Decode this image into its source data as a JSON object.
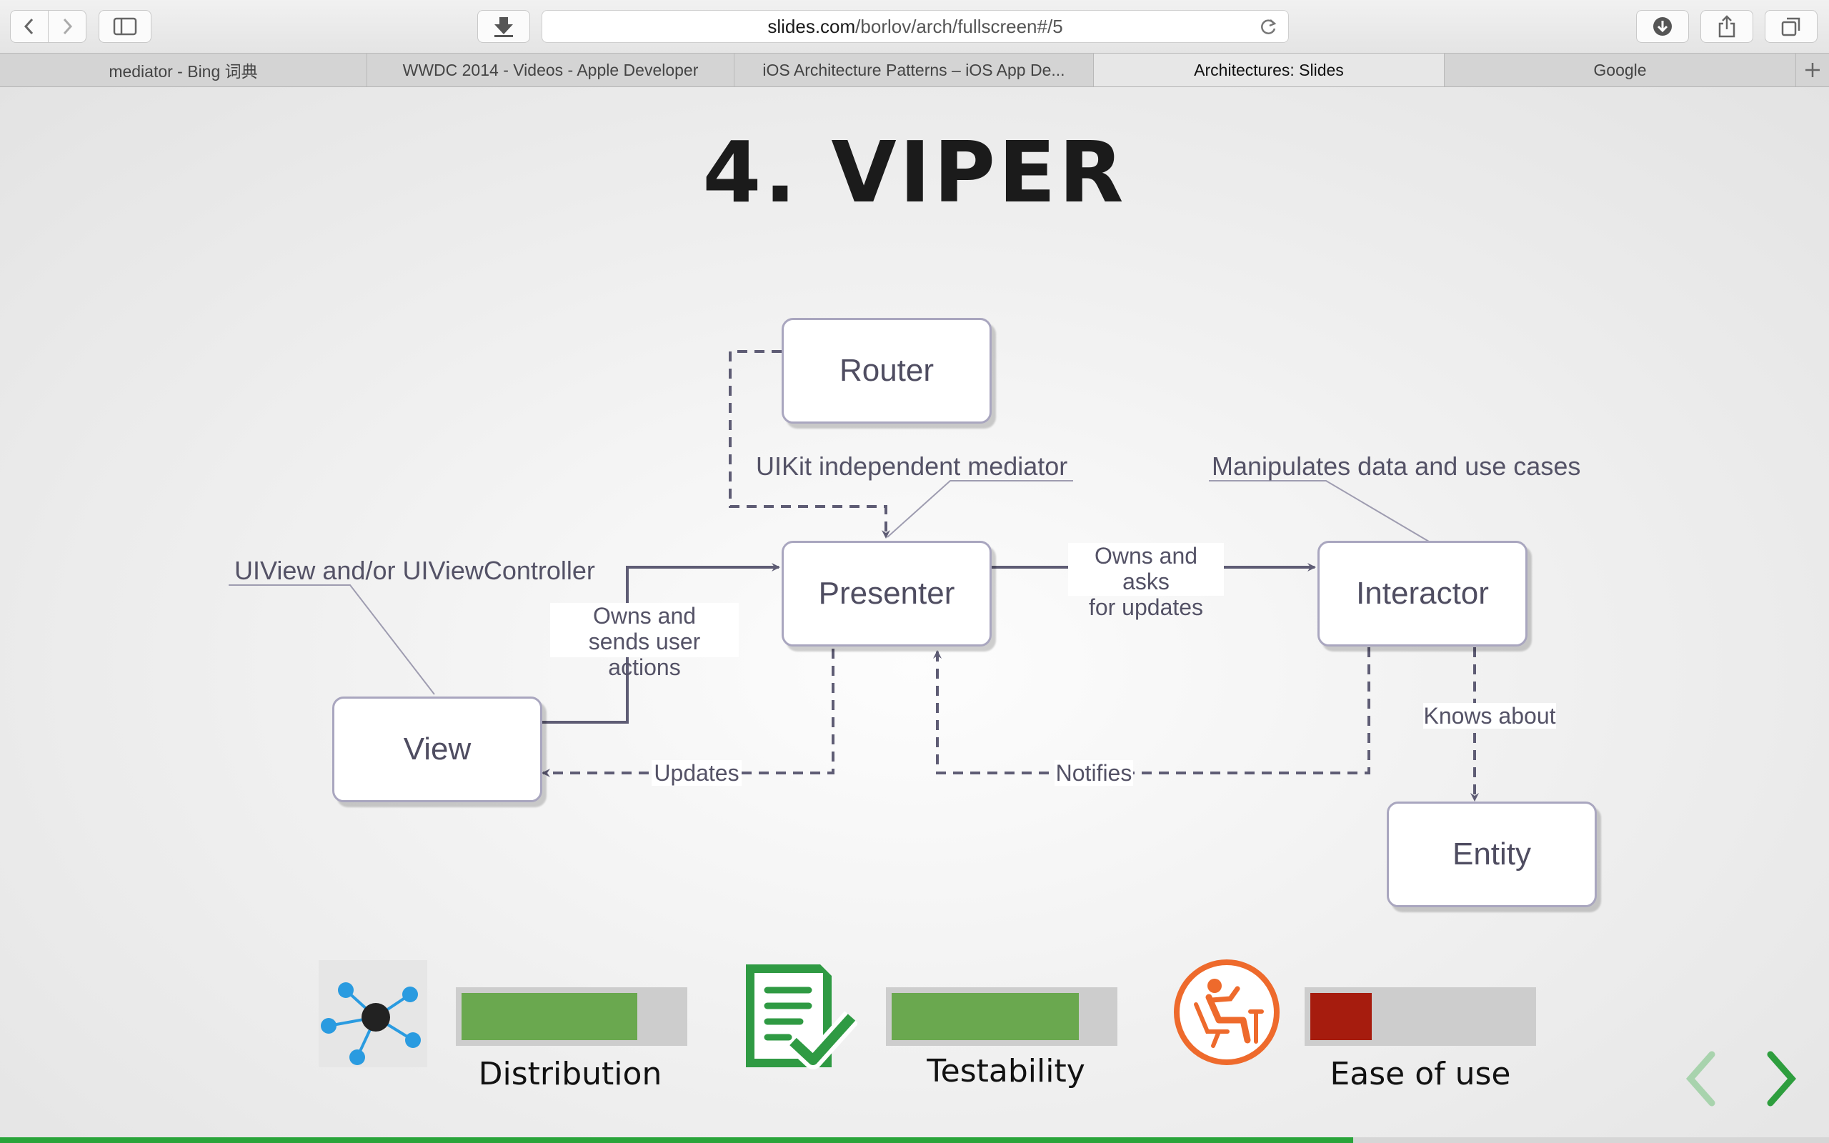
{
  "browser": {
    "url_host": "slides.com",
    "url_path": "/borlov/arch/fullscreen#/5",
    "tabs": [
      {
        "label": "mediator - Bing 词典",
        "active": false
      },
      {
        "label": "WWDC 2014 - Videos - Apple Developer",
        "active": false
      },
      {
        "label": "iOS Architecture Patterns – iOS App De...",
        "active": false
      },
      {
        "label": "Architectures: Slides",
        "active": true
      },
      {
        "label": "Google",
        "active": false
      }
    ],
    "icons": [
      "back-icon",
      "forward-icon",
      "sidebar-icon",
      "downloads-arrow-icon",
      "reload-icon",
      "download-icon",
      "share-icon",
      "tabs-overview-icon",
      "plus-icon"
    ]
  },
  "slide": {
    "title": "4. VIPER",
    "boxes": {
      "router": "Router",
      "presenter": "Presenter",
      "interactor": "Interactor",
      "view": "View",
      "entity": "Entity"
    },
    "notes": {
      "router": "UIKit independent mediator",
      "interactor": "Manipulates data and use cases",
      "view": "UIView and/or UIViewController"
    },
    "edge_labels": {
      "owns_and_sends": "Owns and\nsends user actions",
      "owns_and_asks": "Owns and asks\nfor updates",
      "updates": "Updates",
      "notifies": "Notifies",
      "knows_about": "Knows about"
    },
    "metrics": [
      {
        "label": "Distribution",
        "level": 0.8,
        "color": "#6aa84f",
        "icon": "network-hub-icon"
      },
      {
        "label": "Testability",
        "level": 0.85,
        "color": "#6aa84f",
        "icon": "checklist-icon"
      },
      {
        "label": "Ease of use",
        "level": 0.28,
        "color": "#a61c0e",
        "icon": "relaxed-person-icon"
      }
    ],
    "nav": {
      "prev": "previous-slide-chevron-icon",
      "next": "next-slide-chevron-icon"
    },
    "progress": 0.74
  },
  "colors": {
    "line": "#5e5c74",
    "box_border": "#a9a6bf",
    "progress": "#29a43a",
    "nav_next": "#2e9e3e",
    "nav_prev": "#a8d3ad"
  }
}
